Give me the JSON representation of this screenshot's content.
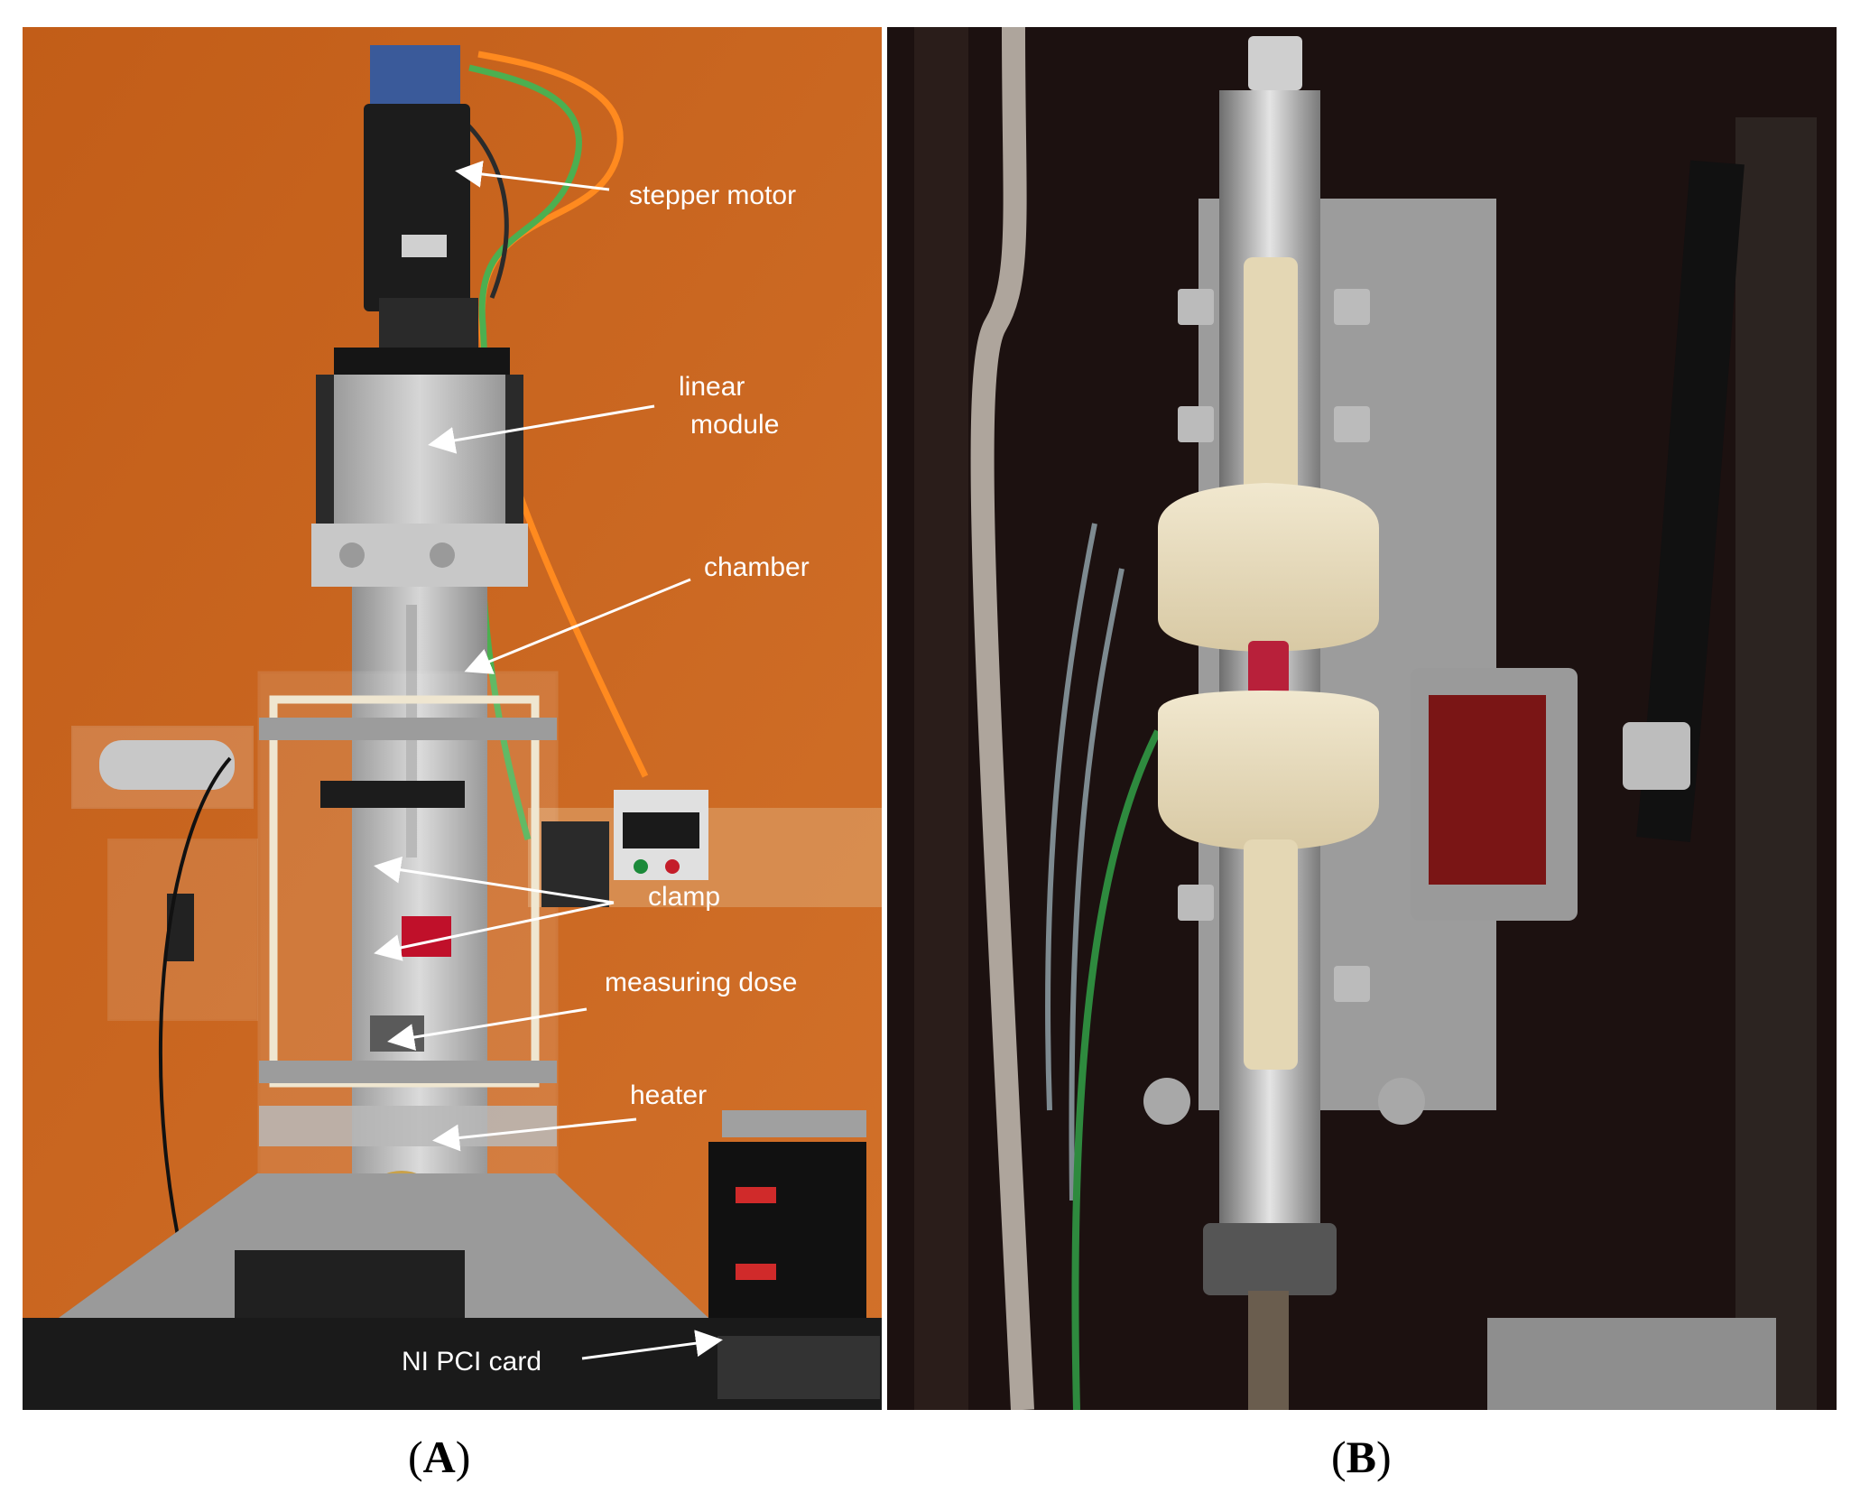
{
  "panel_a": {
    "labels": {
      "stepper_motor": "stepper motor",
      "linear_module_1": "linear",
      "linear_module_2": "module",
      "chamber": "chamber",
      "clamp": "clamp",
      "measuring_dose": "measuring dose",
      "heater": "heater",
      "ni_pci_card": "NI PCI card"
    },
    "caption": {
      "open": "(",
      "letter": "A",
      "close": ")"
    }
  },
  "panel_b": {
    "caption": {
      "open": "(",
      "letter": "B",
      "close": ")"
    }
  },
  "colors": {
    "background_wall": "#c8641c",
    "arrow": "#ffffff",
    "dark_cabinet": "#1a1110",
    "sample_holder": "#e8dcc0",
    "cable_green": "#4caf50",
    "cable_orange": "#ff8a1f"
  }
}
